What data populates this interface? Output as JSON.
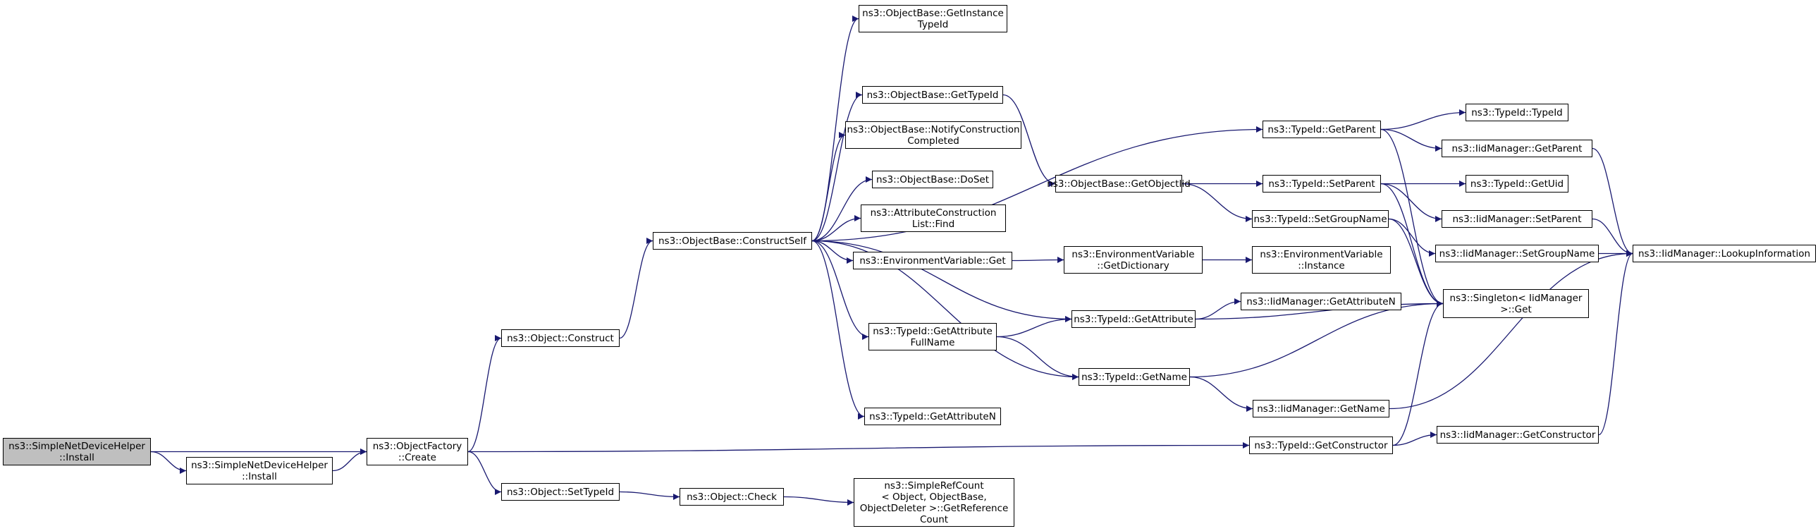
{
  "colors": {
    "edge": "#191970",
    "root_fill": "#bfbfbf",
    "node_fill": "#ffffff",
    "border": "#000000"
  },
  "nodes": [
    {
      "id": "root",
      "label": "ns3::SimpleNetDeviceHelper\n::Install",
      "root": true
    },
    {
      "id": "sndh_install",
      "label": "ns3::SimpleNetDeviceHelper\n::Install"
    },
    {
      "id": "of_create",
      "label": "ns3::ObjectFactory\n::Create"
    },
    {
      "id": "obj_construct",
      "label": "ns3::Object::Construct"
    },
    {
      "id": "obj_settypeid",
      "label": "ns3::Object::SetTypeId"
    },
    {
      "id": "ob_constructself",
      "label": "ns3::ObjectBase::ConstructSelf"
    },
    {
      "id": "obj_check",
      "label": "ns3::Object::Check"
    },
    {
      "id": "src_getrefcount",
      "label": "ns3::SimpleRefCount\n< Object, ObjectBase,\nObjectDeleter >::GetReference\nCount"
    },
    {
      "id": "ob_getinstancetypeid",
      "label": "ns3::ObjectBase::GetInstance\nTypeId"
    },
    {
      "id": "ob_gettypeid",
      "label": "ns3::ObjectBase::GetTypeId"
    },
    {
      "id": "ob_notify",
      "label": "ns3::ObjectBase::NotifyConstruction\nCompleted"
    },
    {
      "id": "ob_doset",
      "label": "ns3::ObjectBase::DoSet"
    },
    {
      "id": "acl_find",
      "label": "ns3::AttributeConstruction\nList::Find"
    },
    {
      "id": "ev_get",
      "label": "ns3::EnvironmentVariable::Get"
    },
    {
      "id": "tid_getattrfullname",
      "label": "ns3::TypeId::GetAttribute\nFullName"
    },
    {
      "id": "tid_getattributen_left",
      "label": "ns3::TypeId::GetAttributeN"
    },
    {
      "id": "ob_getobjectiid",
      "label": "ns3::ObjectBase::GetObjectIid"
    },
    {
      "id": "ev_getdictionary",
      "label": "ns3::EnvironmentVariable\n::GetDictionary"
    },
    {
      "id": "tid_getattribute",
      "label": "ns3::TypeId::GetAttribute"
    },
    {
      "id": "tid_getname",
      "label": "ns3::TypeId::GetName"
    },
    {
      "id": "tid_getparent",
      "label": "ns3::TypeId::GetParent"
    },
    {
      "id": "tid_setparent",
      "label": "ns3::TypeId::SetParent"
    },
    {
      "id": "tid_setgroupname",
      "label": "ns3::TypeId::SetGroupName"
    },
    {
      "id": "ev_instance",
      "label": "ns3::EnvironmentVariable\n::Instance"
    },
    {
      "id": "iid_getattributen",
      "label": "ns3::IidManager::GetAttributeN"
    },
    {
      "id": "iid_getname",
      "label": "ns3::IidManager::GetName"
    },
    {
      "id": "tid_getconstructor",
      "label": "ns3::TypeId::GetConstructor"
    },
    {
      "id": "tid_typeid",
      "label": "ns3::TypeId::TypeId"
    },
    {
      "id": "iid_getparent",
      "label": "ns3::IidManager::GetParent"
    },
    {
      "id": "tid_getuid",
      "label": "ns3::TypeId::GetUid"
    },
    {
      "id": "iid_setparent",
      "label": "ns3::IidManager::SetParent"
    },
    {
      "id": "iid_setgroupname",
      "label": "ns3::IidManager::SetGroupName"
    },
    {
      "id": "singleton_get",
      "label": "ns3::Singleton< IidManager\n >::Get"
    },
    {
      "id": "iid_getconstructor",
      "label": "ns3::IidManager::GetConstructor"
    },
    {
      "id": "iid_lookupinfo",
      "label": "ns3::IidManager::LookupInformation"
    }
  ],
  "edges": [
    [
      "root",
      "of_create"
    ],
    [
      "root",
      "sndh_install"
    ],
    [
      "sndh_install",
      "of_create"
    ],
    [
      "of_create",
      "obj_construct"
    ],
    [
      "of_create",
      "obj_settypeid"
    ],
    [
      "of_create",
      "tid_getconstructor"
    ],
    [
      "obj_construct",
      "ob_constructself"
    ],
    [
      "obj_settypeid",
      "obj_check"
    ],
    [
      "obj_check",
      "src_getrefcount"
    ],
    [
      "ob_constructself",
      "ob_getinstancetypeid"
    ],
    [
      "ob_constructself",
      "tid_getparent"
    ],
    [
      "ob_constructself",
      "ob_gettypeid"
    ],
    [
      "ob_constructself",
      "ob_notify"
    ],
    [
      "ob_constructself",
      "ob_doset"
    ],
    [
      "ob_constructself",
      "acl_find"
    ],
    [
      "ob_constructself",
      "ev_get"
    ],
    [
      "ob_constructself",
      "tid_getattribute"
    ],
    [
      "ob_constructself",
      "tid_getattrfullname"
    ],
    [
      "ob_constructself",
      "tid_getname"
    ],
    [
      "ob_constructself",
      "tid_getattributen_left"
    ],
    [
      "ob_gettypeid",
      "ob_getobjectiid"
    ],
    [
      "ob_getobjectiid",
      "tid_setparent"
    ],
    [
      "ob_getobjectiid",
      "tid_setgroupname"
    ],
    [
      "ev_get",
      "ev_getdictionary"
    ],
    [
      "ev_getdictionary",
      "ev_instance"
    ],
    [
      "tid_getattrfullname",
      "tid_getattribute"
    ],
    [
      "tid_getattrfullname",
      "tid_getname"
    ],
    [
      "tid_getattribute",
      "iid_getattributen"
    ],
    [
      "tid_getattribute",
      "singleton_get"
    ],
    [
      "tid_getname",
      "iid_getname"
    ],
    [
      "tid_getname",
      "singleton_get"
    ],
    [
      "tid_getparent",
      "tid_typeid"
    ],
    [
      "tid_getparent",
      "iid_getparent"
    ],
    [
      "tid_getparent",
      "singleton_get"
    ],
    [
      "tid_setparent",
      "tid_getuid"
    ],
    [
      "tid_setparent",
      "iid_setparent"
    ],
    [
      "tid_setparent",
      "singleton_get"
    ],
    [
      "tid_setgroupname",
      "iid_setgroupname"
    ],
    [
      "tid_setgroupname",
      "singleton_get"
    ],
    [
      "tid_getconstructor",
      "iid_getconstructor"
    ],
    [
      "tid_getconstructor",
      "singleton_get"
    ],
    [
      "iid_getparent",
      "iid_lookupinfo"
    ],
    [
      "iid_setparent",
      "iid_lookupinfo"
    ],
    [
      "iid_setgroupname",
      "iid_lookupinfo"
    ],
    [
      "iid_getname",
      "iid_lookupinfo"
    ],
    [
      "iid_getconstructor",
      "iid_lookupinfo"
    ]
  ]
}
